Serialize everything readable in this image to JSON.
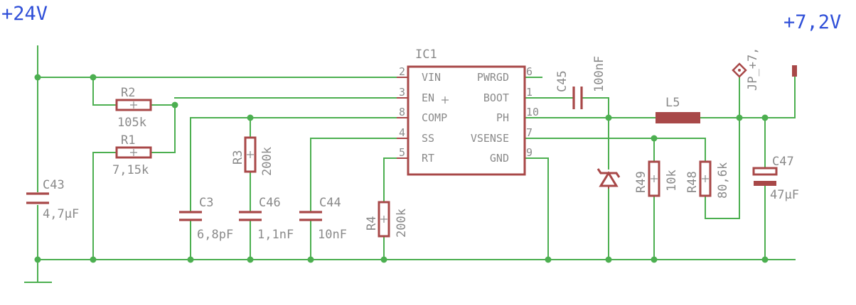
{
  "rails": {
    "vin": "+24V",
    "vout": "+7,2V"
  },
  "ic": {
    "name": "IC1",
    "pins_left": [
      {
        "num": "2",
        "name": "VIN"
      },
      {
        "num": "3",
        "name": "EN"
      },
      {
        "num": "8",
        "name": "COMP"
      },
      {
        "num": "4",
        "name": "SS"
      },
      {
        "num": "5",
        "name": "RT"
      }
    ],
    "pins_right": [
      {
        "num": "6",
        "name": "PWRGD"
      },
      {
        "num": "1",
        "name": "BOOT"
      },
      {
        "num": "10",
        "name": "PH"
      },
      {
        "num": "7",
        "name": "VSENSE"
      },
      {
        "num": "9",
        "name": "GND"
      }
    ]
  },
  "parts": {
    "r1": {
      "ref": "R1",
      "value": "7,15k"
    },
    "r2": {
      "ref": "R2",
      "value": "105k"
    },
    "r3": {
      "ref": "R3",
      "value": "200k"
    },
    "r4": {
      "ref": "R4",
      "value": "200k"
    },
    "r48": {
      "ref": "R48",
      "value": "80,6k"
    },
    "r49": {
      "ref": "R49",
      "value": "10k"
    },
    "c3": {
      "ref": "C3",
      "value": "6,8pF"
    },
    "c43": {
      "ref": "C43",
      "value": "4,7µF"
    },
    "c44": {
      "ref": "C44",
      "value": "10nF"
    },
    "c45": {
      "ref": "C45",
      "value": "100nF"
    },
    "c46": {
      "ref": "C46",
      "value": "1,1nF"
    },
    "c47": {
      "ref": "C47",
      "value": "47µF"
    },
    "l5": {
      "ref": "L5"
    },
    "jp": {
      "ref": "JP_+7,"
    }
  }
}
